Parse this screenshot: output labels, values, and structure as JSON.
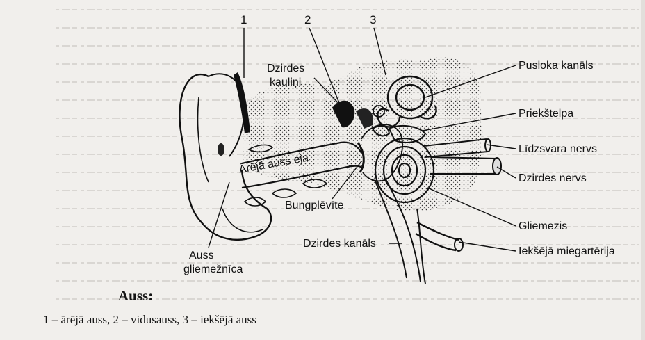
{
  "diagram": {
    "numbers": [
      "1",
      "2",
      "3"
    ],
    "labels": {
      "ossicles_line1": "Dzirdes",
      "ossicles_line2": "kauliņi",
      "canal": "Ārējā auss eja",
      "eardrum": "Bungplēvīte",
      "auditory_tube": "Dzirdes kanāls",
      "pinna_line1": "Auss",
      "pinna_line2": "gliemežnīca",
      "semicircular": "Pusloka kanāls",
      "vestibule": "Priekštelpa",
      "vestibular_nerve": "Līdzsvara nervs",
      "cochlear_nerve": "Dzirdes nervs",
      "cochlea": "Gliemezis",
      "carotid": "Iekšējā miegartērija"
    }
  },
  "caption": {
    "title": "Auss:",
    "text": "1 – ārējā auss, 2 – vidusauss, 3 – iekšējā auss"
  },
  "colors": {
    "background": "#f1efec",
    "ink": "#111111",
    "bleed_text": "#c9c6c2"
  }
}
